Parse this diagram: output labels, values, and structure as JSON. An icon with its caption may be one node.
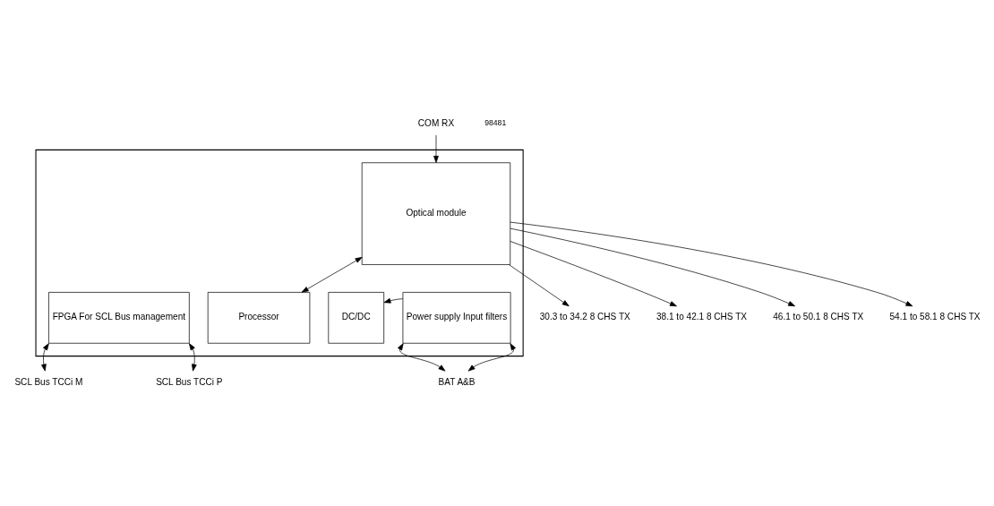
{
  "diagram": {
    "nodes": [
      {
        "text": [],
        "shape": "box"
      },
      {
        "text": [
          "Optical module"
        ],
        "in": 0
      },
      {
        "text": [
          "FPGA For SCL Bus management"
        ],
        "in": 0
      },
      {
        "text": [
          "Processor"
        ],
        "in": 0
      },
      {
        "text": [
          "DC/DC"
        ],
        "in": 0
      },
      {
        "text": [
          "Power supply Input filters"
        ],
        "in": 0
      },
      {
        "text": [
          "COM RX"
        ]
      },
      {
        "text": [
          "30.3 to 34.2 8 CHS TX"
        ]
      },
      {
        "text": [
          "38.1 to 42.1 8 CHS TX"
        ]
      },
      {
        "text": [
          "46.1 to 50.1 8 CHS TX"
        ]
      },
      {
        "text": [
          "54.1 to 58.1 8 CHS TX"
        ]
      },
      {
        "text": [
          "SCL Bus TCCi M"
        ]
      },
      {
        "text": [
          "SCL Bus TCCi P"
        ]
      },
      {
        "text": [
          "BAT A&B"
        ]
      }
    ],
    "edges": [
      {
        "from": 6,
        "to": 1,
        "arrow": "to"
      },
      {
        "from": 1,
        "to": 7,
        "arrow": "to"
      },
      {
        "from": 1,
        "to": 8,
        "arrow": "to"
      },
      {
        "from": 1,
        "to": 9,
        "arrow": "to"
      },
      {
        "from": 1,
        "to": 10,
        "arrow": "to"
      },
      {
        "from": 1,
        "to": 3,
        "arrow": "both"
      },
      {
        "from": 5,
        "to": 4,
        "arrow": "to"
      },
      {
        "from": 2,
        "to": 11,
        "arrow": "both"
      },
      {
        "from": 2,
        "to": 12,
        "arrow": "both"
      },
      {
        "from": 5,
        "to": 13,
        "arrow": "both"
      },
      {
        "from": 5,
        "to": 13,
        "arrow": "both"
      }
    ],
    "labels": [
      "98481"
    ]
  }
}
